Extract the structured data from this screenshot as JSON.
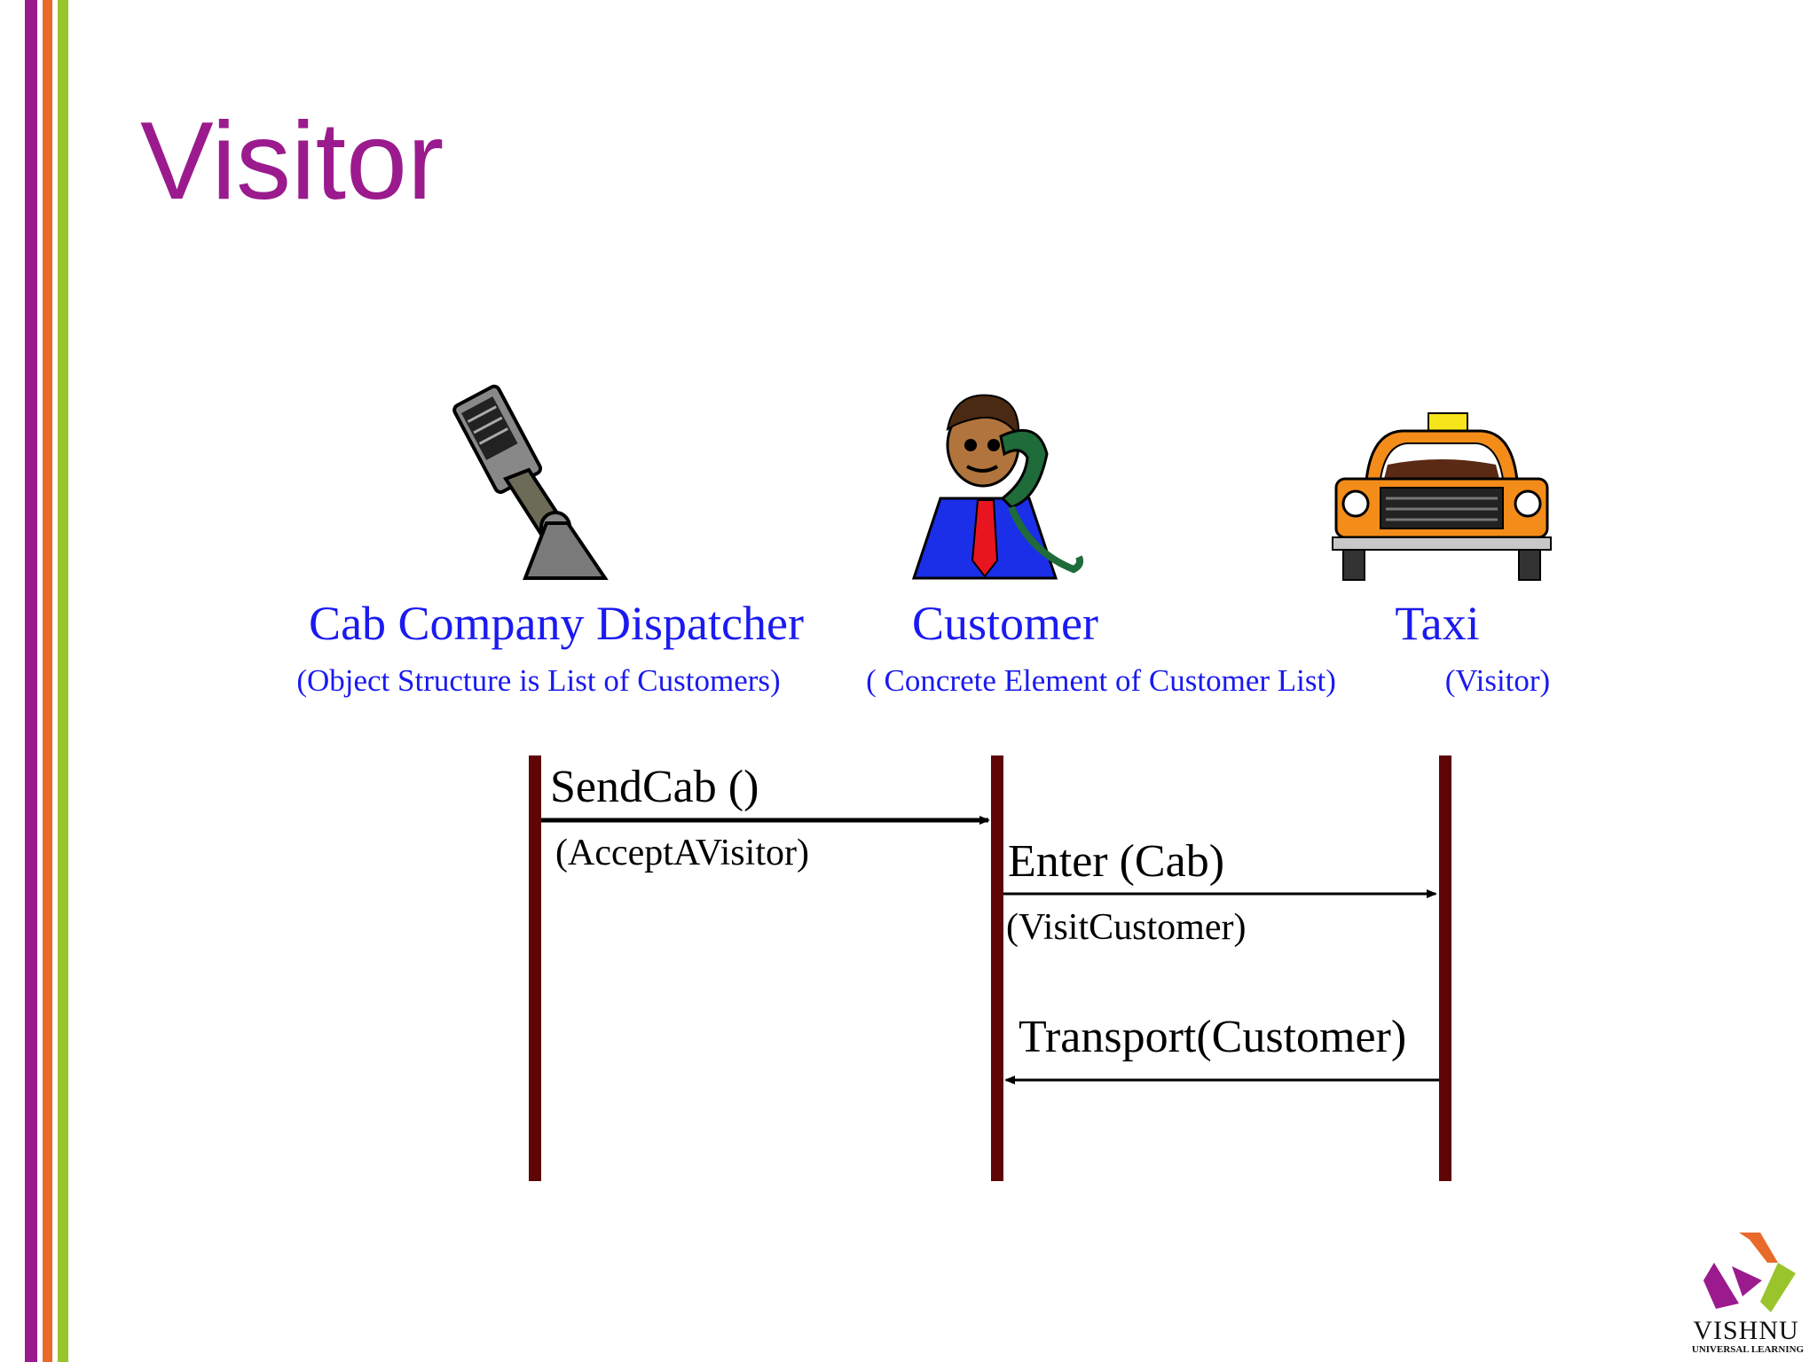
{
  "slide": {
    "title": "Visitor",
    "title_color": "#9b1b8e",
    "stripe_colors": [
      "#9b1b8e",
      "#e8692a",
      "#9ac42c"
    ]
  },
  "actors": [
    {
      "name": "Cab Company Dispatcher",
      "role": "(Object Structure is List of Customers)",
      "icon": "microphone-icon"
    },
    {
      "name": "Customer",
      "role": "( Concrete Element of Customer List)",
      "icon": "person-on-phone-icon"
    },
    {
      "name": "Taxi",
      "role": "(Visitor)",
      "icon": "taxi-icon"
    }
  ],
  "messages": [
    {
      "label": "SendCab ()",
      "sublabel": "(AcceptAVisitor)",
      "from": "Cab Company Dispatcher",
      "to": "Customer"
    },
    {
      "label": "Enter (Cab)",
      "sublabel": "(VisitCustomer)",
      "from": "Customer",
      "to": "Taxi"
    },
    {
      "label": "Transport(Customer)",
      "sublabel": "",
      "from": "Taxi",
      "to": "Customer"
    }
  ],
  "colors": {
    "actor_text": "#1a1af0",
    "lifeline": "#5e0606",
    "arrow": "#000000"
  },
  "logo": {
    "name": "VISHNU",
    "tagline": "UNIVERSAL LEARNING",
    "colors": [
      "#9b1b8e",
      "#e8692a",
      "#9ac42c"
    ]
  }
}
